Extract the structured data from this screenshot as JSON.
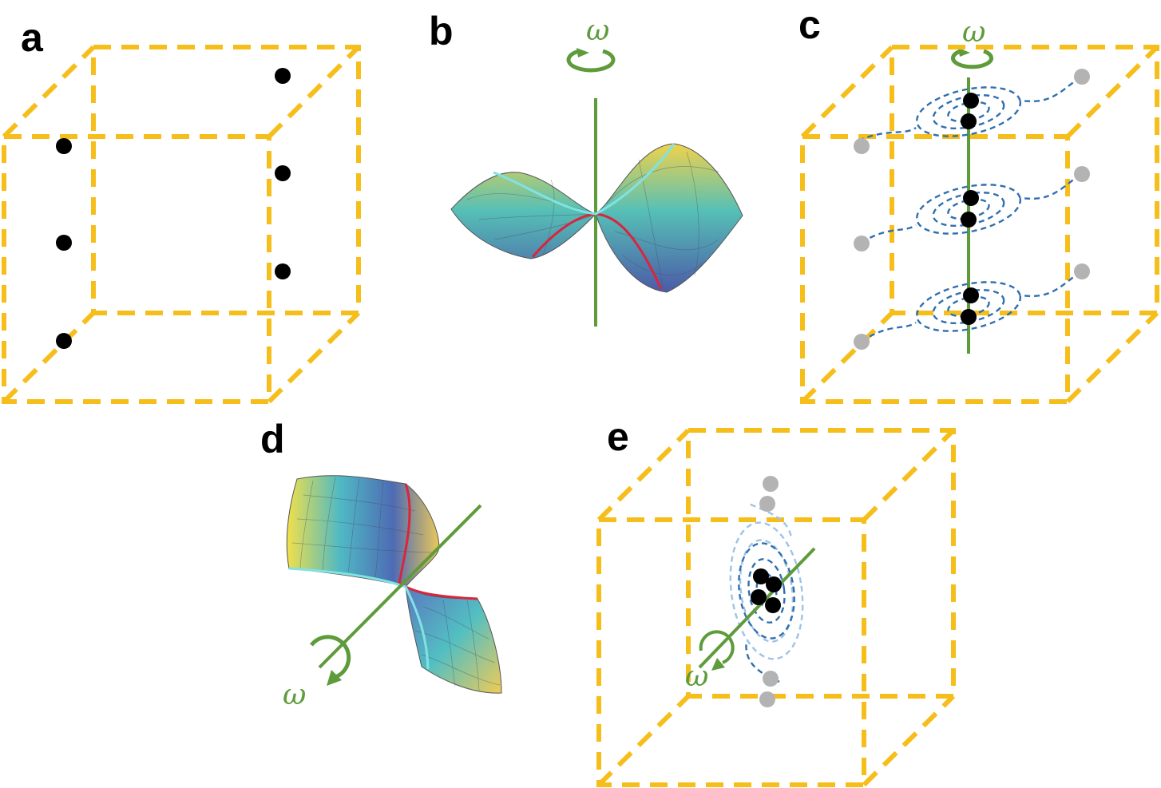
{
  "panels": [
    {
      "id": "a",
      "label": "a"
    },
    {
      "id": "b",
      "label": "b",
      "omega": "ω"
    },
    {
      "id": "c",
      "label": "c",
      "omega": "ω"
    },
    {
      "id": "d",
      "label": "d",
      "omega": "ω"
    },
    {
      "id": "e",
      "label": "e",
      "omega": "ω"
    }
  ],
  "colors": {
    "cube": "#F6BE1A",
    "axis": "#5E9B3B",
    "atom": "#000000",
    "ghost_atom": "#B3B3B3",
    "spiral_dark": "#2F6FAF",
    "spiral_light": "#9EC3E6",
    "seam_red": "#D7263D",
    "seam_cyan": "#7FE3E3",
    "surface_low": "#4B5BA8",
    "surface_mid": "#3FB6C8",
    "surface_high": "#F4E34A"
  },
  "icons": [
    "rotation-arrow-icon"
  ]
}
